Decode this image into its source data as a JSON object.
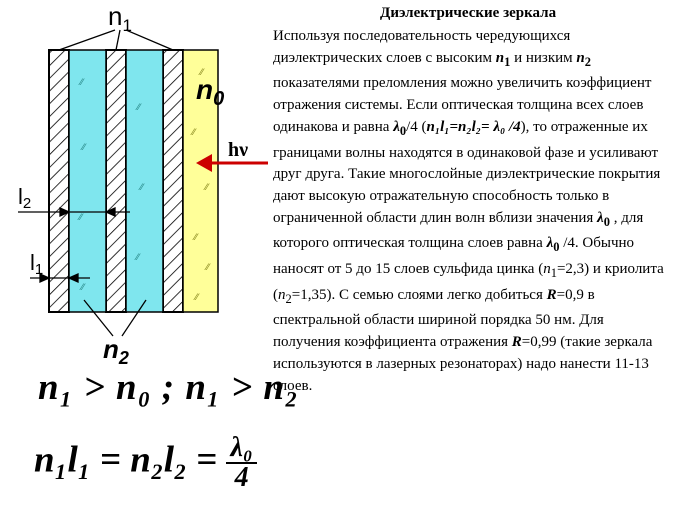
{
  "title": "Диэлектрические зеркала",
  "paragraph": {
    "p1": "Используя последовательность чередующихся диэлектрических слоев с высоким ",
    "n1": "n",
    "n1_sub": "1",
    "p2": " и низким ",
    "n2": "n",
    "n2_sub": "2",
    "p3": " показателями преломления можно увеличить коэффициент отражения системы. Если оптическая толщина всех слоев одинакова и равна ",
    "l0a": "λ",
    "l0a_sub": "0",
    "p4": "/4 (",
    "eq_inline": "n₁l₁=n₂l₂= λ₀ /4",
    "p5": "), то отраженные их границами волны находятся в одинаковой фазе и усиливают друг друга. Такие многослойные диэлектрические покрытия дают высокую отражательную способность только в ограниченной области длин волн вблизи значения ",
    "l0b": "λ",
    "l0b_sub": "0",
    "p6": " , для которого оптическая толщина слоев равна ",
    "l0c": "λ",
    "l0c_sub": "0",
    "p7": " /4. Обычно наносят от 5 до 15 слоев сульфида цинка (",
    "n1b": "n",
    "n1b_sub": "1",
    "p8": "=2,3) и криолита (",
    "n2b": "n",
    "n2b_sub": "2",
    "p9": "=1,35). С семью слоями легко добиться ",
    "r1": "R",
    "p10": "=0,9 в спектральной области шириной порядка 50 нм. Для получения коэффициента отражения ",
    "r2": "R",
    "p11": "=0,99 (такие зеркала используются в лазерных резонаторах) надо нанести 11-13 слоев."
  },
  "diagram": {
    "label_n1": "n",
    "label_n1_sub": "1",
    "label_n0": "n",
    "label_n0_sub": "0",
    "label_hv": "hν",
    "label_l2": "l",
    "label_l2_sub": "2",
    "label_l1": "l",
    "label_l1_sub": "1",
    "label_n2": "n",
    "label_n2_sub": "2",
    "colors": {
      "low_layer": "#7fe6ee",
      "high_layer": "#ffffff",
      "substrate": "#ffff99",
      "arrow": "#cc0000"
    }
  },
  "formulas": {
    "inequality": "n₁ > n₀ ; n₁ > n₂",
    "relation_lhs": "n₁l₁ = n₂l₂ =",
    "frac_num": "λ₀",
    "frac_den": "4"
  }
}
